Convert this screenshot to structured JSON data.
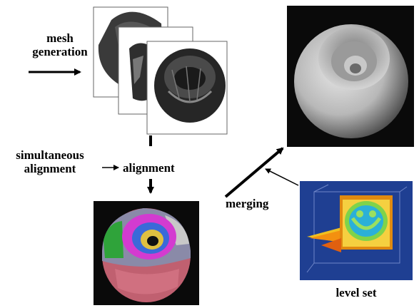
{
  "labels": {
    "mesh_generation_line1": "mesh",
    "mesh_generation_line2": "generation",
    "simultaneous_line1": "simultaneous",
    "simultaneous_line2": "alignment",
    "alignment": "alignment",
    "merging": "merging",
    "level_set": "level set"
  },
  "icons": {
    "mesh_stack": "scanned-mesh-stack-image",
    "merged_model": "merged-surface-model-image",
    "aligned_model": "color-coded-aligned-meshes-image",
    "level_set": "level-set-volume-image"
  },
  "colors": {
    "arrow": "#000000",
    "volume_background": "#1f3f92",
    "render_background": "#0a0a0a"
  }
}
